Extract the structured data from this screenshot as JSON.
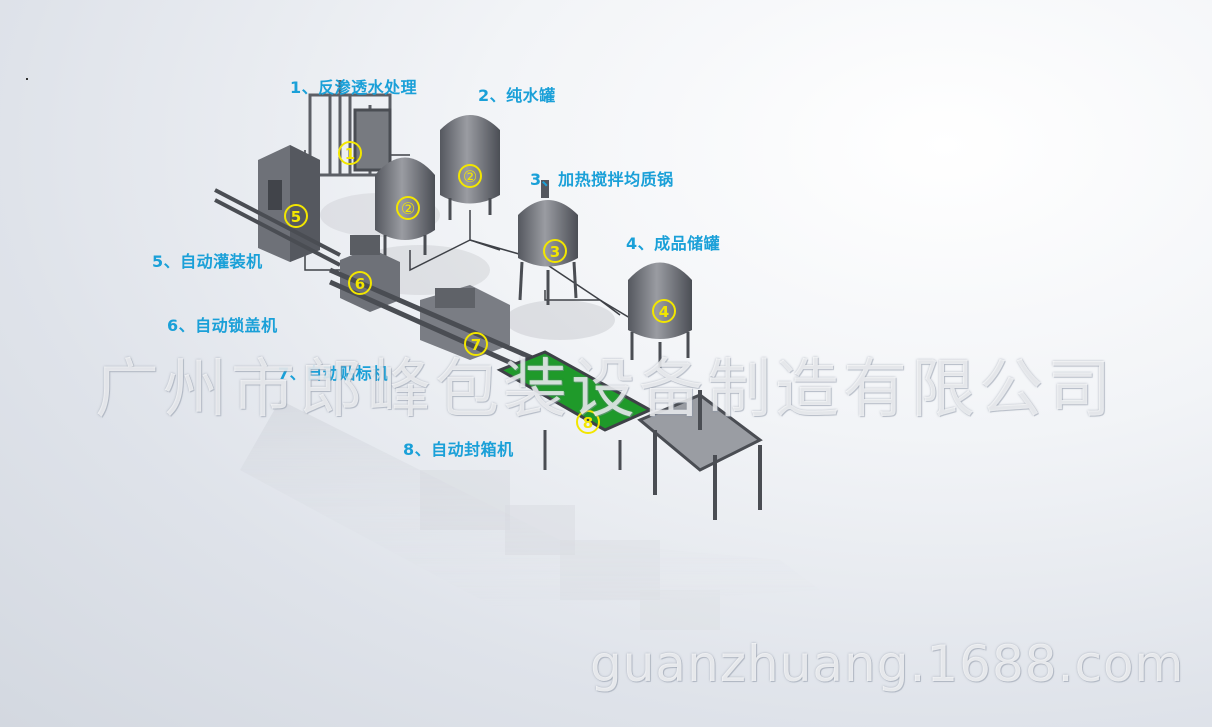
{
  "labels": {
    "ro": "1、反渗透水处理",
    "pure_tank": "2、纯水罐",
    "mixer": "3、加热搅拌均质锅",
    "storage": "4、成品储罐",
    "filler": "5、自动灌装机",
    "capper": "6、自动锁盖机",
    "labeler": "7、自动贴标机",
    "carton": "8、自动封箱机"
  },
  "markers": {
    "m1": "1",
    "m2a": "②",
    "m2b": "②",
    "m3": "3",
    "m4": "4",
    "m5": "5",
    "m6": "6",
    "m7": "7",
    "m8": "8"
  },
  "watermark": {
    "company": "广州市郎峰包装设备制造有限公司",
    "url": "guanzhuang.1688.com"
  },
  "colors": {
    "label": "#1aa0d8",
    "marker": "#f2e600",
    "machine": "#6e7178",
    "conveyor_green": "#1f9a2a"
  }
}
